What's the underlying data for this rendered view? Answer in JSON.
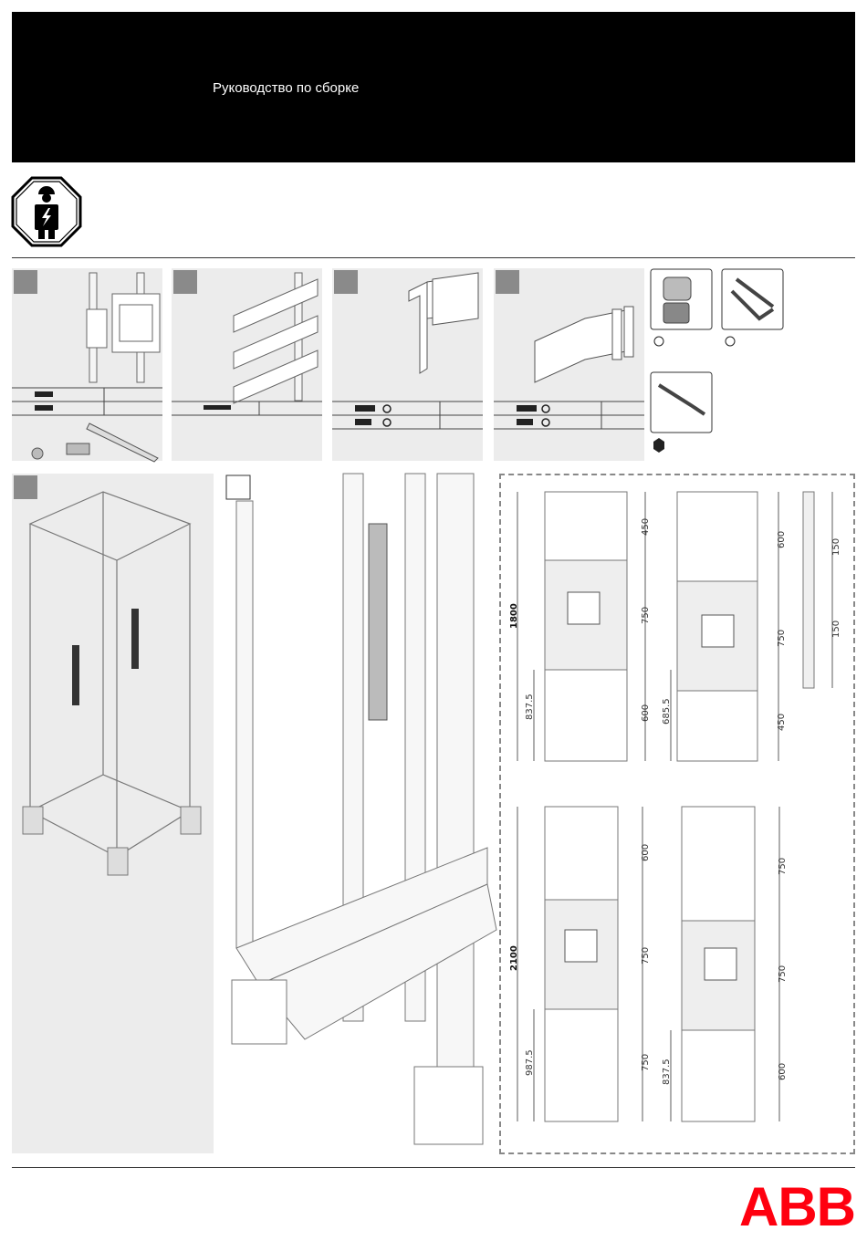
{
  "header": {
    "title": "Руководство по сборке"
  },
  "layouts": {
    "top_left": {
      "total": "1800",
      "offset": "837.5",
      "sections": [
        "450",
        "750",
        "600"
      ]
    },
    "top_right": {
      "offset": "685.5",
      "sections": [
        "600",
        "750",
        "450"
      ]
    },
    "pitch_detail": {
      "values": [
        "150",
        "150"
      ]
    },
    "bottom_left": {
      "total": "2100",
      "offset": "987.5",
      "sections": [
        "600",
        "750",
        "750"
      ]
    },
    "bottom_right": {
      "offset": "837.5",
      "sections": [
        "750",
        "750",
        "600"
      ]
    }
  },
  "brand": {
    "logo_text": "ABB",
    "color": "#ff000f"
  }
}
